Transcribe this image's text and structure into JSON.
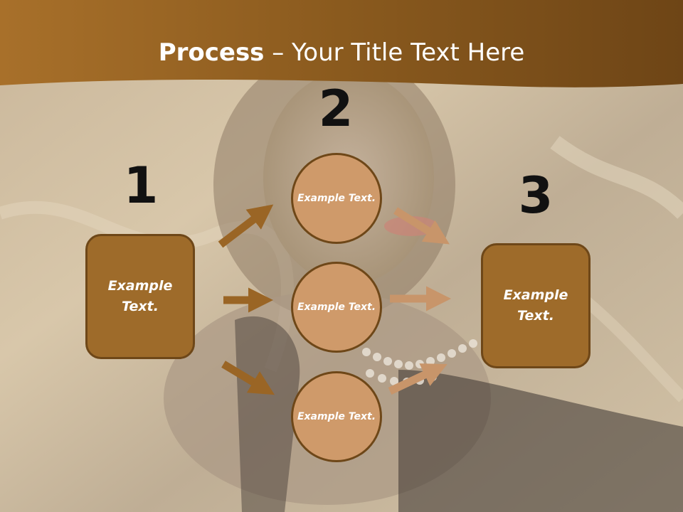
{
  "title": {
    "bold": "Process",
    "rest": " – Your Title Text Here"
  },
  "numbers": [
    "1",
    "2",
    "3"
  ],
  "left_box": {
    "text": "Example Text."
  },
  "circles": [
    {
      "text": "Example Text."
    },
    {
      "text": "Example Text."
    },
    {
      "text": "Example Text."
    }
  ],
  "right_box": {
    "text": "Example Text."
  },
  "colors": {
    "header_brown": "#8a5a1e",
    "box_fill": "#9e6b2a",
    "circle_fill": "#cf9a6a",
    "outline": "#6e4718",
    "arrow_dark": "#9a6525",
    "arrow_light": "#c8956a"
  }
}
